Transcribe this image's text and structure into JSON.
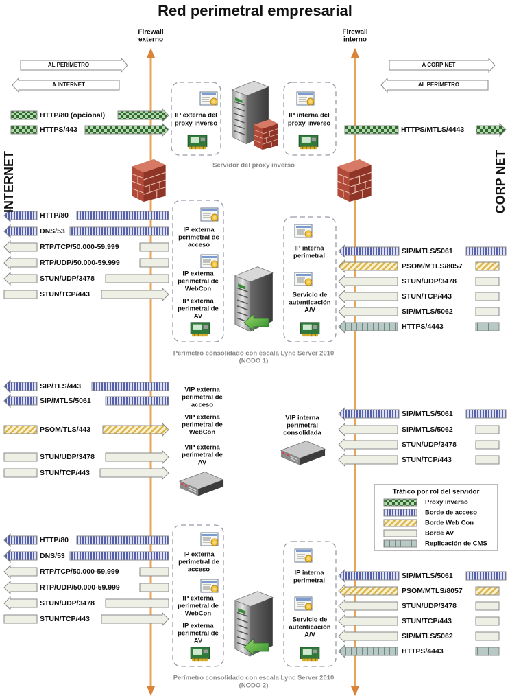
{
  "title": "Red perimetral empresarial",
  "firewall_external": [
    "Firewall",
    "externo"
  ],
  "firewall_internal": [
    "Firewall",
    "interno"
  ],
  "side_left": "INTERNET",
  "side_right": "CORP NET",
  "direction_labels": {
    "left_top": "AL PERÍMETRO",
    "left_bottom": "A INTERNET",
    "right_top": "A CORP NET",
    "right_bottom": "AL PERÍMETRO"
  },
  "proxy": {
    "ext_ip": [
      "IP externa del",
      "proxy inverso"
    ],
    "int_ip": [
      "IP interna del",
      "proxy inverso"
    ],
    "caption": "Servidor del proxy inverso",
    "left_flows": [
      "HTTP/80 (opcional)",
      "HTTPS/443"
    ],
    "right_flow": "HTTPS/MTLS/4443"
  },
  "node1": {
    "ext_access": [
      "IP externa",
      "perimetral de",
      "acceso"
    ],
    "ext_webcon": [
      "IP externa",
      "perimetral de",
      "WebCon"
    ],
    "ext_av": [
      "IP externa",
      "perimetral de",
      "AV"
    ],
    "int_ip": [
      "IP interna",
      "perimetral"
    ],
    "av_auth": [
      "Servicio de",
      "autenticación",
      "A/V"
    ],
    "caption": [
      "Perímetro consolidado con escala Lync Server 2010",
      "(NODO 1)"
    ],
    "left_flows": [
      "HTTP/80",
      "DNS/53",
      "RTP/TCP/50.000-59.999",
      "RTP/UDP/50.000-59.999",
      "STUN/UDP/3478",
      "STUN/TCP/443"
    ],
    "right_flows": [
      "SIP/MTLS/5061",
      "PSOM/MTLS/8057",
      "STUN/UDP/3478",
      "STUN/TCP/443",
      "SIP/MTLS/5062",
      "HTTPS/4443"
    ]
  },
  "vip": {
    "ext_access": [
      "VIP externa",
      "perimetral de",
      "acceso"
    ],
    "ext_webcon": [
      "VIP externa",
      "perimetral de",
      "WebCon"
    ],
    "ext_av": [
      "VIP externa",
      "perimetral de",
      "AV"
    ],
    "int_vip": [
      "VIP interna",
      "perimetral",
      "consolidada"
    ],
    "left_flows": [
      "SIP/TLS/443",
      "SIP/MTLS/5061",
      "PSOM/TLS/443",
      "STUN/UDP/3478",
      "STUN/TCP/443"
    ],
    "right_flows": [
      "SIP/MTLS/5061",
      "SIP/MTLS/5062",
      "STUN/UDP/3478",
      "STUN/TCP/443"
    ]
  },
  "node2": {
    "ext_access": [
      "IP externa",
      "perimetral de",
      "acceso"
    ],
    "ext_webcon": [
      "IP externa",
      "perimetral de",
      "WebCon"
    ],
    "ext_av": [
      "IP externa",
      "perimetral de",
      "AV"
    ],
    "int_ip": [
      "IP interna",
      "perimetral"
    ],
    "av_auth": [
      "Servicio de",
      "autenticación",
      "A/V"
    ],
    "caption": [
      "Perímetro consolidado con escala Lync Server 2010",
      "(NODO 2)"
    ],
    "left_flows": [
      "HTTP/80",
      "DNS/53",
      "RTP/TCP/50.000-59.999",
      "RTP/UDP/50.000-59.999",
      "STUN/UDP/3478",
      "STUN/TCP/443"
    ],
    "right_flows": [
      "SIP/MTLS/5061",
      "PSOM/MTLS/8057",
      "STUN/UDP/3478",
      "STUN/TCP/443",
      "SIP/MTLS/5062",
      "HTTPS/4443"
    ]
  },
  "legend": {
    "title": "Tráfico por rol del servidor",
    "items": [
      {
        "label": "Proxy inverso",
        "pattern": "proxy"
      },
      {
        "label": "Borde de acceso",
        "pattern": "access"
      },
      {
        "label": "Borde Web Con",
        "pattern": "webcon"
      },
      {
        "label": "Borde AV",
        "pattern": "av"
      },
      {
        "label": "Replicación de CMS",
        "pattern": "cms"
      }
    ]
  },
  "colors": {
    "firewall_line": "#e8a55a",
    "firewall_head": "#d8843a",
    "proxy_dark": "#2f6a2f",
    "proxy_light": "#b6d8b0",
    "access_dark": "#5660a8",
    "access_light": "#dfe2f5",
    "webcon_dark": "#d9b44a",
    "webcon_light": "#fbf1cf",
    "av_fill": "#eef0e6",
    "cms_fill": "#b8c8c4",
    "arrow_outline": "#8a8a8a"
  }
}
